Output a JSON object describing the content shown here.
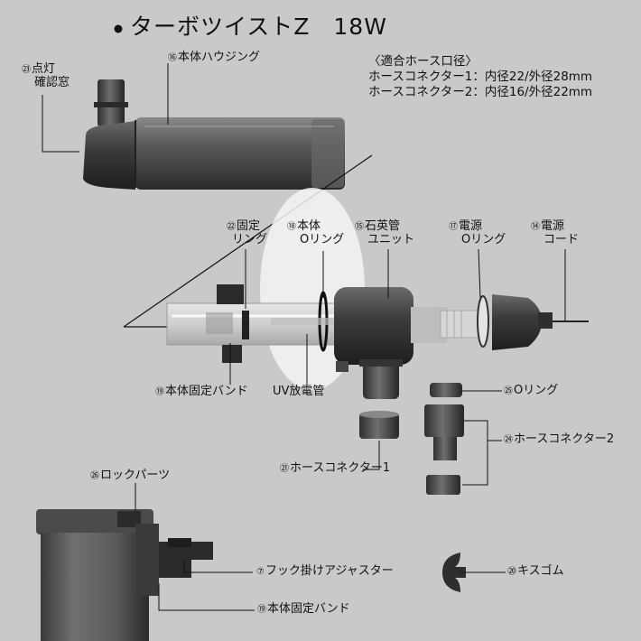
{
  "title": "ターボツイストZ　18W",
  "spec": {
    "heading": "〈適合ホース口径〉",
    "line1": "ホースコネクター1：内径22/外径28mm",
    "line2": "ホースコネクター2：内径16/外径22mm"
  },
  "labels": {
    "p23": {
      "num": "㉓",
      "line1": "点灯",
      "line2": "確認窓"
    },
    "p16": {
      "num": "⑯",
      "text": "本体ハウジング"
    },
    "p22": {
      "num": "㉒",
      "line1": "固定",
      "line2": "リング"
    },
    "p18": {
      "num": "⑱",
      "line1": "本体",
      "line2": "Oリング"
    },
    "p15": {
      "num": "⑮",
      "line1": "石英管",
      "line2": "ユニット"
    },
    "p17": {
      "num": "⑰",
      "line1": "電源",
      "line2": "Oリング"
    },
    "p14": {
      "num": "⑭",
      "line1": "電源",
      "line2": "コード"
    },
    "p19a": {
      "num": "⑲",
      "text": "本体固定バンド"
    },
    "uv": {
      "text": "UV放電管"
    },
    "p25": {
      "num": "㉕",
      "text": "Oリング"
    },
    "p24": {
      "num": "㉔",
      "text": "ホースコネクター2"
    },
    "p21": {
      "num": "㉑",
      "text": "ホースコネクター1"
    },
    "p26": {
      "num": "㉖",
      "text": "ロックパーツ"
    },
    "p7": {
      "num": "⑦",
      "text": "フック掛けアジャスター"
    },
    "p20": {
      "num": "⑳",
      "text": "キスゴム"
    },
    "p19b": {
      "num": "⑲",
      "text": "本体固定バンド"
    }
  }
}
